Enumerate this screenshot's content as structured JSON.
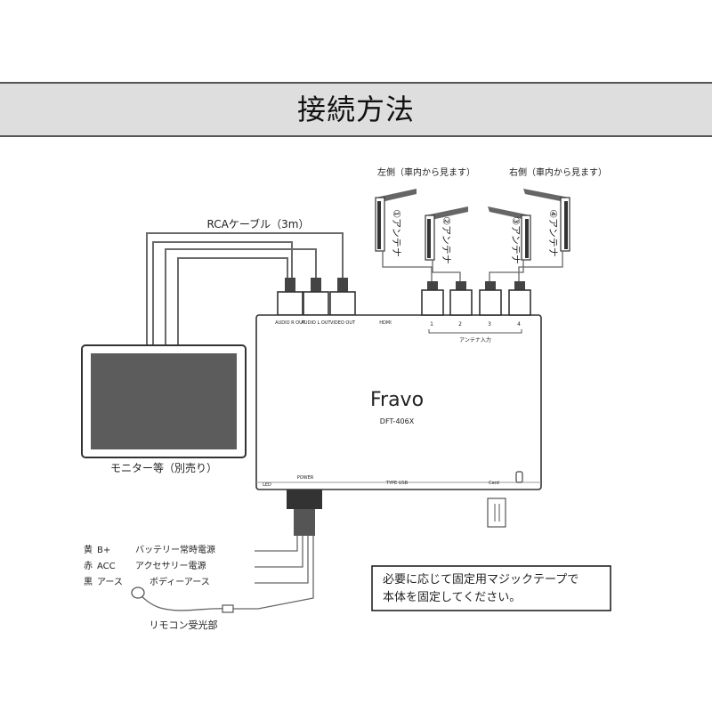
{
  "title": "接続方法",
  "rca_cable": "RCAケーブル（3m）",
  "monitor_label": "モニター等（別売り）",
  "device": {
    "brand": "Fravo",
    "model": "DFT-406X",
    "top_ports": [
      "AUDIO R OUT",
      "AUDIO L OUT",
      "VIDEO OUT",
      "HDMI"
    ],
    "antenna_inputs": [
      "1",
      "2",
      "3",
      "4"
    ],
    "antenna_input_label": "アンテナ入力",
    "bottom_ports": [
      "LED",
      "POWER",
      "TYPE USB",
      "Card"
    ]
  },
  "antenna": {
    "left_side": "左側（車内から見ます）",
    "right_side": "右側（車内から見ます）",
    "labels": [
      "①アンテナ",
      "②アンテナ",
      "③アンテナ",
      "④アンテナ"
    ]
  },
  "wires": [
    {
      "color": "黄",
      "signal": "B+",
      "desc": "バッテリー常時電源"
    },
    {
      "color": "赤",
      "signal": "ACC",
      "desc": "アクセサリー電源"
    },
    {
      "color": "黒",
      "signal": "アース",
      "desc": "ボディーアース"
    }
  ],
  "remote_label": "リモコン受光部",
  "note": [
    "必要に応じて固定用マジックテープで",
    "本体を固定してください。"
  ]
}
